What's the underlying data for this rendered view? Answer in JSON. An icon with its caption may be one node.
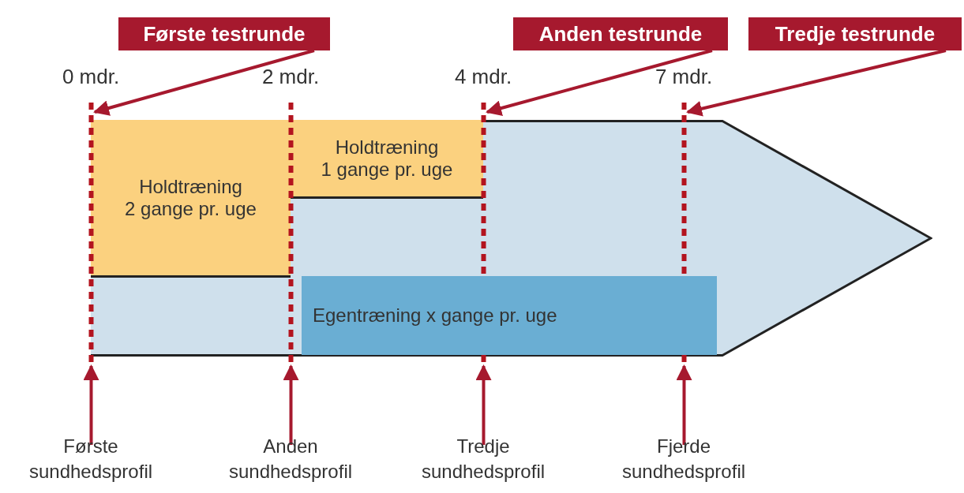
{
  "diagram": {
    "nodes": [
      {
        "text": [
          "Første testrunde"
        ]
      },
      {
        "text": [
          "Anden testrunde"
        ]
      },
      {
        "text": [
          "Tredje testrunde"
        ]
      },
      {
        "text": [],
        "shape": "line",
        "beside": [
          "0 mdr."
        ]
      },
      {
        "text": [],
        "shape": "line",
        "beside": [
          "2 mdr."
        ]
      },
      {
        "text": [],
        "shape": "line",
        "beside": [
          "4 mdr."
        ]
      },
      {
        "text": [],
        "shape": "line",
        "beside": [
          "7 mdr."
        ]
      },
      {
        "text": [],
        "shape": "arrow"
      },
      {
        "text": [
          "Holdtræning 2 gange pr. uge"
        ],
        "in": 7
      },
      {
        "text": [
          "Holdtræning 1 gange pr. uge"
        ],
        "in": 7
      },
      {
        "text": [
          "Egentræning x gange pr. uge"
        ],
        "in": 7
      },
      {
        "text": [
          "Første sundhedsprofil"
        ]
      },
      {
        "text": [
          "Anden sundhedsprofil"
        ]
      },
      {
        "text": [
          "Tredje sundhedsprofil"
        ]
      },
      {
        "text": [
          "Fjerde sundhedsprofil"
        ]
      }
    ],
    "edges": [
      {
        "from": 0,
        "to": 3,
        "arrow": "to"
      },
      {
        "from": 1,
        "to": 5,
        "arrow": "to"
      },
      {
        "from": 2,
        "to": 6,
        "arrow": "to"
      },
      {
        "from": 11,
        "to": 3,
        "arrow": "to"
      },
      {
        "from": 12,
        "to": 4,
        "arrow": "to"
      },
      {
        "from": 13,
        "to": 5,
        "arrow": "to"
      },
      {
        "from": 14,
        "to": 6,
        "arrow": "to"
      }
    ]
  }
}
